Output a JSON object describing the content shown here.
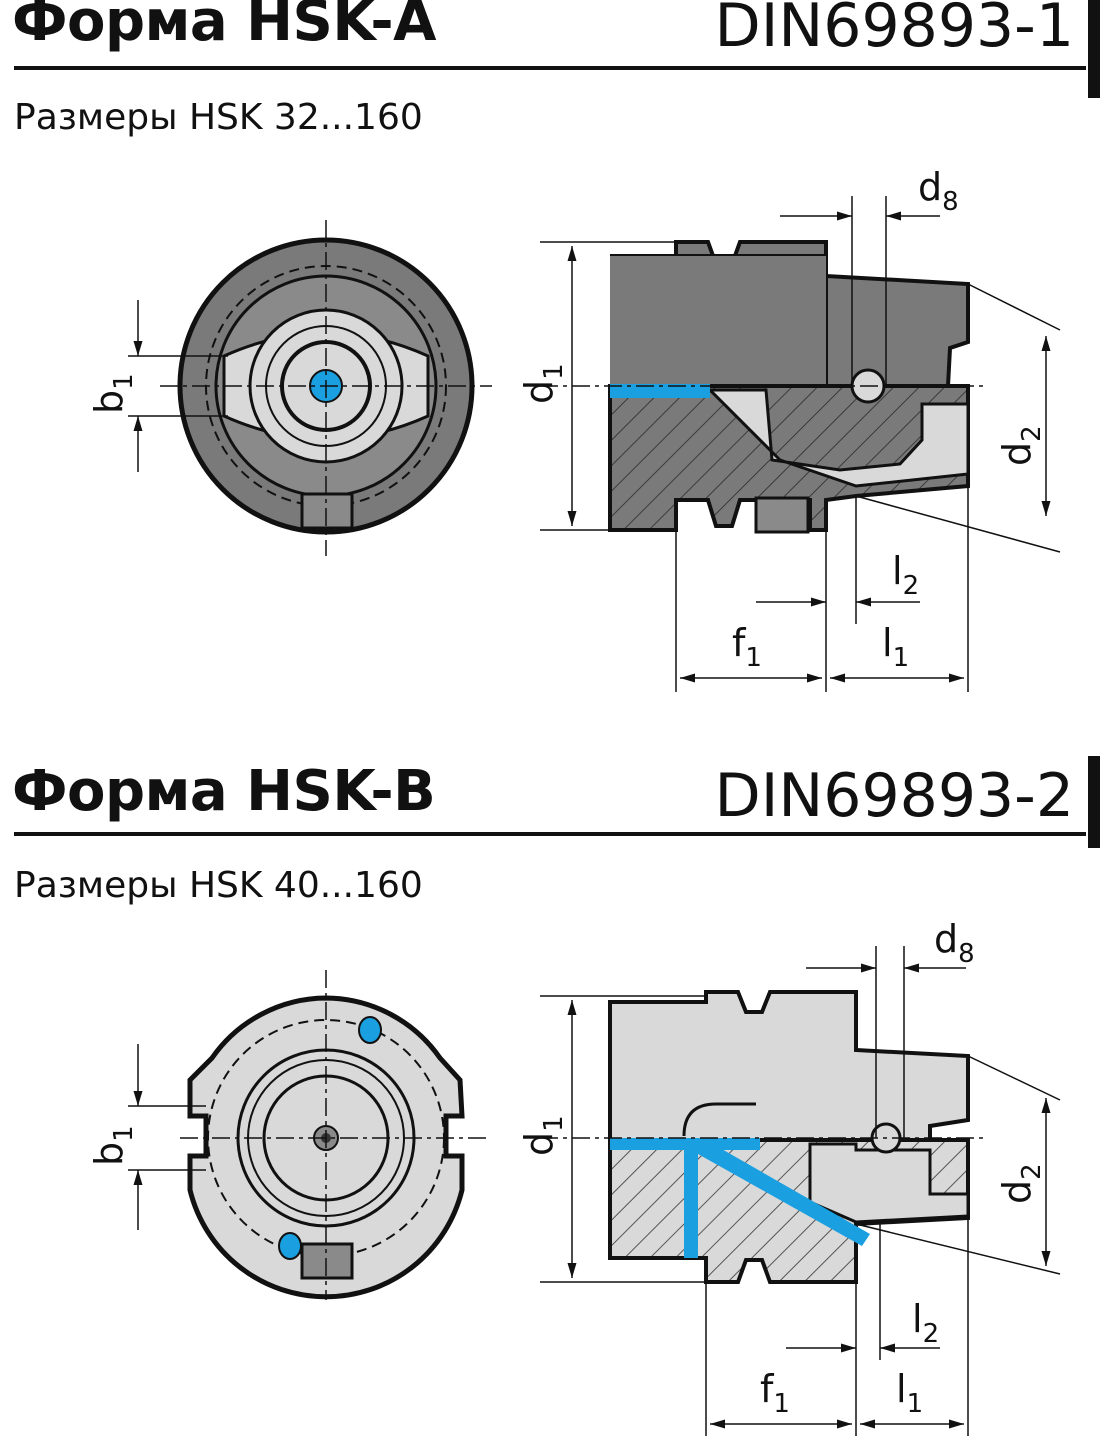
{
  "section_a": {
    "title": "Форма HSK-A",
    "standard": "DIN69893-1",
    "subtitle": "Размеры HSK 32...160",
    "dims": {
      "b": "b",
      "b_sub": "1",
      "d1": "d",
      "d1_sub": "1",
      "d2": "d",
      "d2_sub": "2",
      "d8": "d",
      "d8_sub": "8",
      "f1": "f",
      "f1_sub": "1",
      "l1": "l",
      "l1_sub": "1",
      "l2": "l",
      "l2_sub": "2"
    }
  },
  "section_b": {
    "title": "Форма HSK-B",
    "standard": "DIN69893-2",
    "subtitle": "Размеры HSK 40...160",
    "dims": {
      "b": "b",
      "b_sub": "1",
      "d1": "d",
      "d1_sub": "1",
      "d2": "d",
      "d2_sub": "2",
      "d8": "d",
      "d8_sub": "8",
      "f1": "f",
      "f1_sub": "1",
      "l1": "l",
      "l1_sub": "1",
      "l2": "l",
      "l2_sub": "2"
    }
  },
  "colors": {
    "coolant": "#1a9fe0",
    "body_dark": "#7a7a7a",
    "body_light": "#d9d9d9",
    "hatch": "#555555",
    "line": "#111111"
  }
}
